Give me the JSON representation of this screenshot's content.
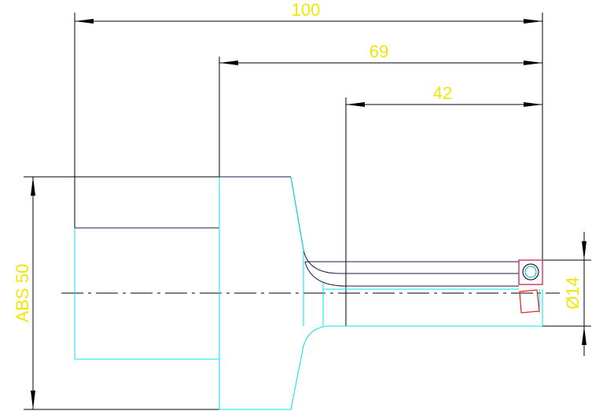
{
  "drawing": {
    "dimensions": {
      "overall_length": "100",
      "shoulder_length": "69",
      "bar_length": "42",
      "shank_diameter": "ABS 50",
      "bore_diameter": "Ø14"
    },
    "colors": {
      "background": "#ffffff",
      "dimension_lines": "#000000",
      "dimension_text": "#f2e600",
      "upper_profile": "#1a1a4a",
      "lower_profile": "#00e5f0",
      "insert_upper": "#c8143c",
      "insert_lower": "#e01e1e",
      "centerline": "#000000"
    }
  }
}
